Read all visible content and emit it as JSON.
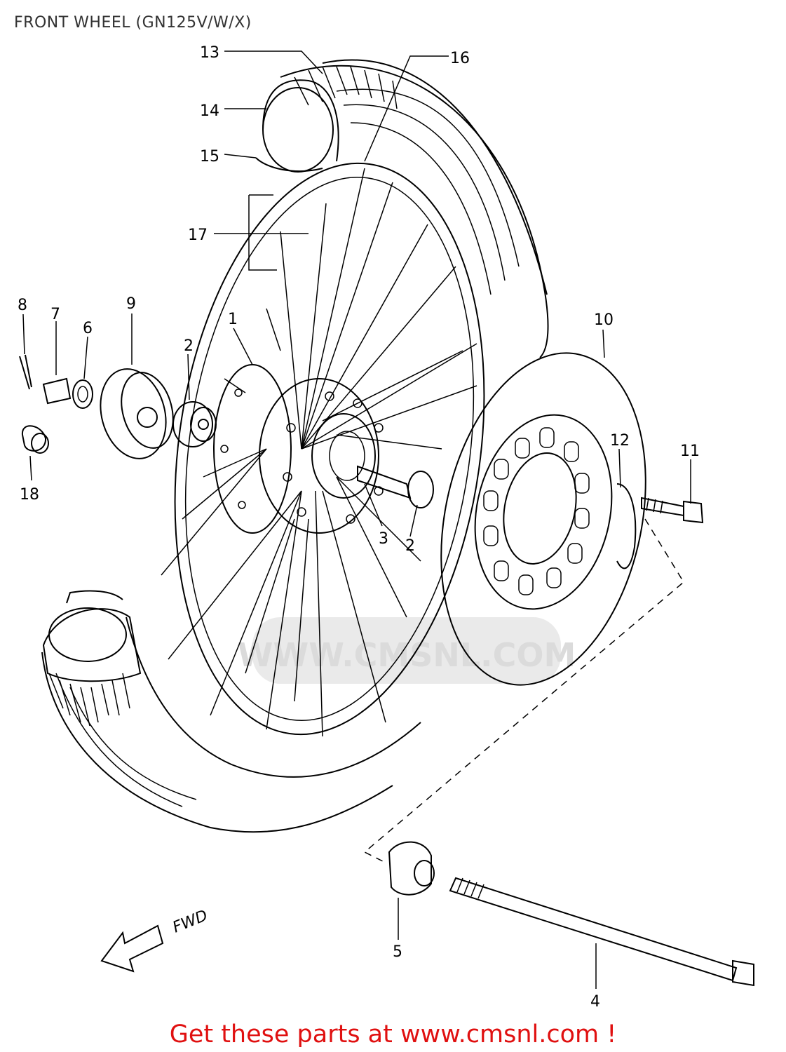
{
  "header": {
    "title": "FRONT WHEEL (GN125V/W/X)"
  },
  "diagram": {
    "part_labels": [
      "1",
      "2",
      "2",
      "3",
      "4",
      "5",
      "6",
      "7",
      "8",
      "9",
      "10",
      "11",
      "12",
      "13",
      "14",
      "15",
      "16",
      "17",
      "18"
    ],
    "direction_label": "FWD",
    "watermark": "WWW.CMSNL.COM"
  },
  "footer": {
    "link_text": "Get these parts at www.cmsnl.com !"
  }
}
